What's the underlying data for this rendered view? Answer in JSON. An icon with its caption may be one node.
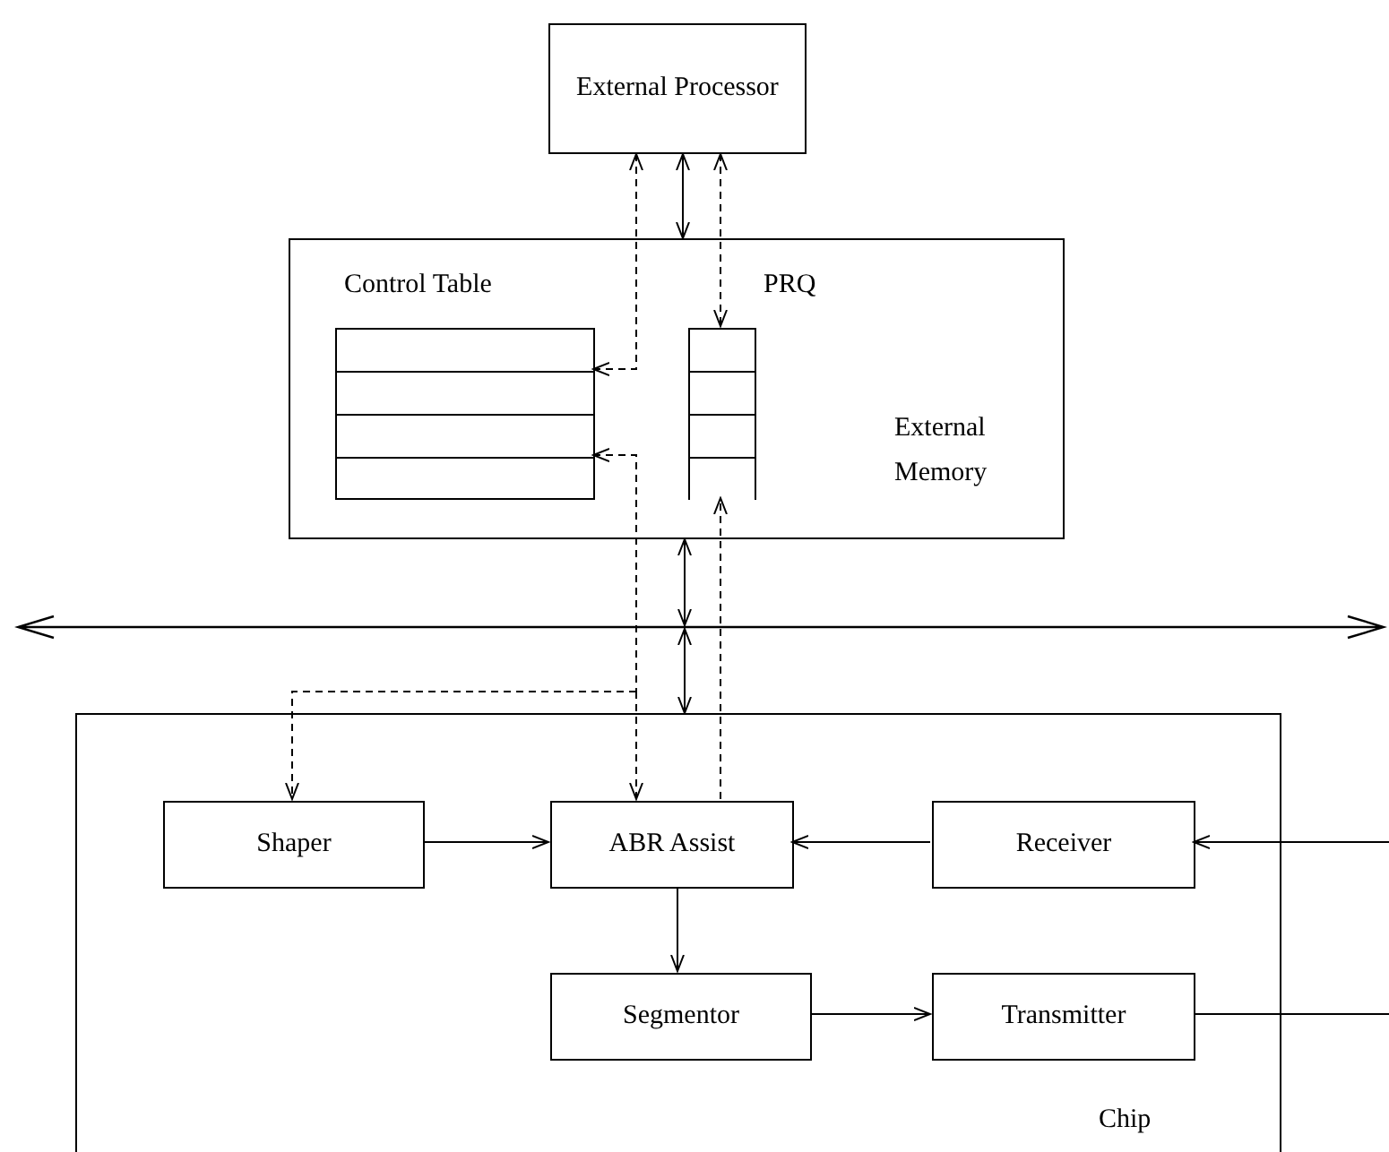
{
  "diagram": {
    "nodes": [
      {
        "text": [
          "External Processor"
        ]
      },
      {
        "text": [
          "External Memory"
        ]
      },
      {
        "text": [
          "Control Table"
        ],
        "in": 1
      },
      {
        "text": [],
        "shape": "box",
        "in": 2
      },
      {
        "text": [],
        "shape": "box",
        "in": 2
      },
      {
        "text": [],
        "shape": "box",
        "in": 2
      },
      {
        "text": [],
        "shape": "box",
        "in": 2
      },
      {
        "text": [
          "PRQ"
        ],
        "in": 1
      },
      {
        "text": [],
        "shape": "box",
        "in": 7
      },
      {
        "text": [],
        "shape": "box",
        "in": 7
      },
      {
        "text": [],
        "shape": "box",
        "in": 7
      },
      {
        "text": [],
        "shape": "box",
        "in": 7
      },
      {
        "text": [],
        "shape": "bar"
      },
      {
        "text": [
          "Chip"
        ]
      },
      {
        "text": [
          "Shaper"
        ],
        "in": 13
      },
      {
        "text": [
          "ABR Assist"
        ],
        "in": 13
      },
      {
        "text": [
          "Receiver"
        ],
        "in": 13
      },
      {
        "text": [
          "Segmentor"
        ],
        "in": 13
      },
      {
        "text": [
          "Transmitter"
        ],
        "in": 13
      }
    ],
    "edges": [
      {
        "from": 0,
        "to": 1,
        "arrow": "both"
      },
      {
        "from": 1,
        "to": 12,
        "arrow": "both"
      },
      {
        "from": 12,
        "to": 13,
        "arrow": "both"
      },
      {
        "from": 0,
        "to": 4,
        "arrow": "both",
        "style": "dashed"
      },
      {
        "from": 0,
        "to": 8,
        "arrow": "both",
        "style": "dashed"
      },
      {
        "from": 6,
        "to": 14,
        "arrow": "both",
        "style": "dashed"
      },
      {
        "from": 6,
        "to": 15,
        "arrow": "both",
        "style": "dashed"
      },
      {
        "from": 15,
        "to": 11,
        "arrow": "to",
        "style": "dashed"
      },
      {
        "from": 14,
        "to": 15,
        "arrow": "to"
      },
      {
        "from": 16,
        "to": 15,
        "arrow": "to"
      },
      {
        "from": 15,
        "to": 17,
        "arrow": "to"
      },
      {
        "from": 17,
        "to": 18,
        "arrow": "to"
      },
      {
        "from": null,
        "to": 16,
        "arrow": "to"
      },
      {
        "from": 18,
        "to": null,
        "arrow": "none"
      }
    ]
  }
}
